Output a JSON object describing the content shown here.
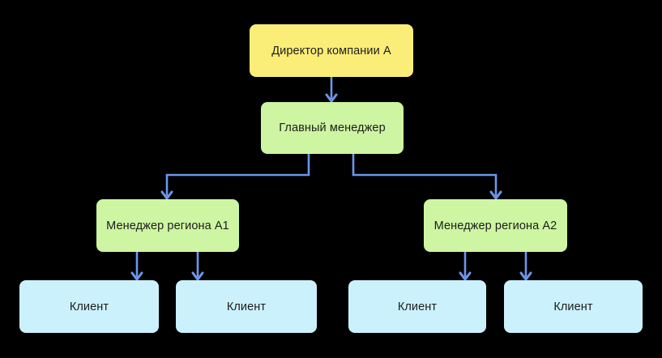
{
  "colors": {
    "background": "#000000",
    "connector": "#6D96EB",
    "text": "#1C1C1C"
  },
  "nodes": {
    "director": {
      "label": "Директор компании А",
      "color": "#FBEE78"
    },
    "chief_manager": {
      "label": "Главный менеджер",
      "color": "#CDF5A2"
    },
    "manager_a1": {
      "label": "Менеджер региона А1",
      "color": "#CDF5A2"
    },
    "manager_a2": {
      "label": "Менеджер региона А2",
      "color": "#CDF5A2"
    },
    "client_1": {
      "label": "Клиент",
      "color": "#CBF2FC"
    },
    "client_2": {
      "label": "Клиент",
      "color": "#CBF2FC"
    },
    "client_3": {
      "label": "Клиент",
      "color": "#CBF2FC"
    },
    "client_4": {
      "label": "Клиент",
      "color": "#CBF2FC"
    }
  },
  "edges": [
    {
      "from": "director",
      "to": "chief_manager"
    },
    {
      "from": "chief_manager",
      "to": "manager_a1"
    },
    {
      "from": "chief_manager",
      "to": "manager_a2"
    },
    {
      "from": "manager_a1",
      "to": "client_1"
    },
    {
      "from": "manager_a1",
      "to": "client_2"
    },
    {
      "from": "manager_a2",
      "to": "client_3"
    },
    {
      "from": "manager_a2",
      "to": "client_4"
    }
  ]
}
